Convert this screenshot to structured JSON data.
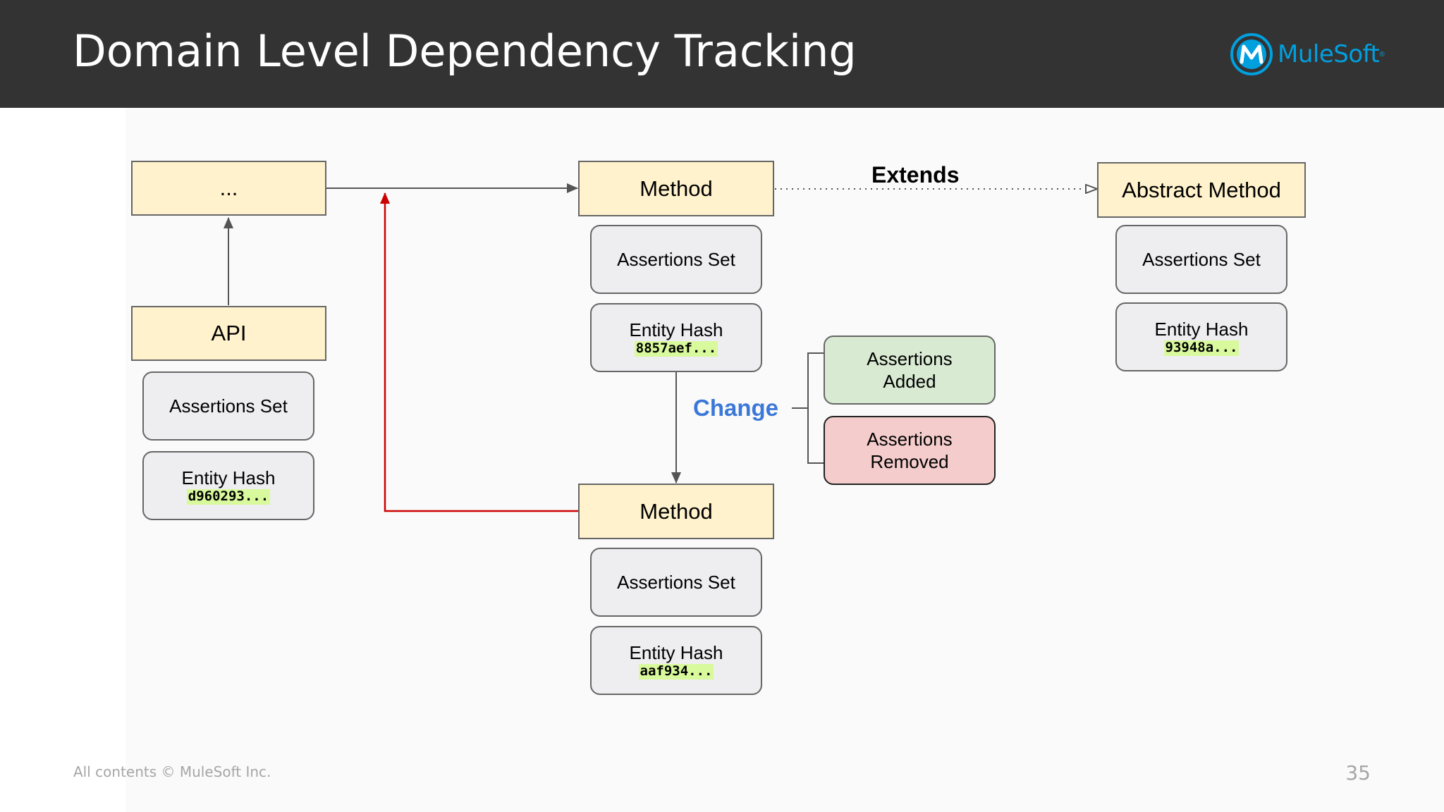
{
  "slide": {
    "title": "Domain Level Dependency Tracking",
    "brand": "MuleSoft",
    "brand_mark": "®",
    "footer": "All contents © MuleSoft Inc.",
    "page_number": "35"
  },
  "diagram": {
    "ellipsis_node": {
      "label": "..."
    },
    "api": {
      "label": "API",
      "assertions": "Assertions Set",
      "hash_label": "Entity Hash",
      "hash": "d960293..."
    },
    "method_top": {
      "label": "Method",
      "assertions": "Assertions Set",
      "hash_label": "Entity Hash",
      "hash": "8857aef..."
    },
    "method_bottom": {
      "label": "Method",
      "assertions": "Assertions Set",
      "hash_label": "Entity Hash",
      "hash": "aaf934..."
    },
    "abstract_method": {
      "label": "Abstract Method",
      "assertions": "Assertions Set",
      "hash_label": "Entity Hash",
      "hash": "93948a..."
    },
    "extends_label": "Extends",
    "change_label": "Change",
    "change_added": "Assertions Added",
    "change_removed": "Assertions Removed"
  },
  "colors": {
    "header_bg": "#333333",
    "node_fill": "#fff2cc",
    "box_fill": "#eeeef0",
    "added_fill": "#d9ead3",
    "removed_fill": "#f4cccc",
    "hash_highlight": "#d9f99d",
    "change_text": "#3c78d8",
    "dependency_arrow": "#cc0000",
    "brand": "#00a0df"
  }
}
